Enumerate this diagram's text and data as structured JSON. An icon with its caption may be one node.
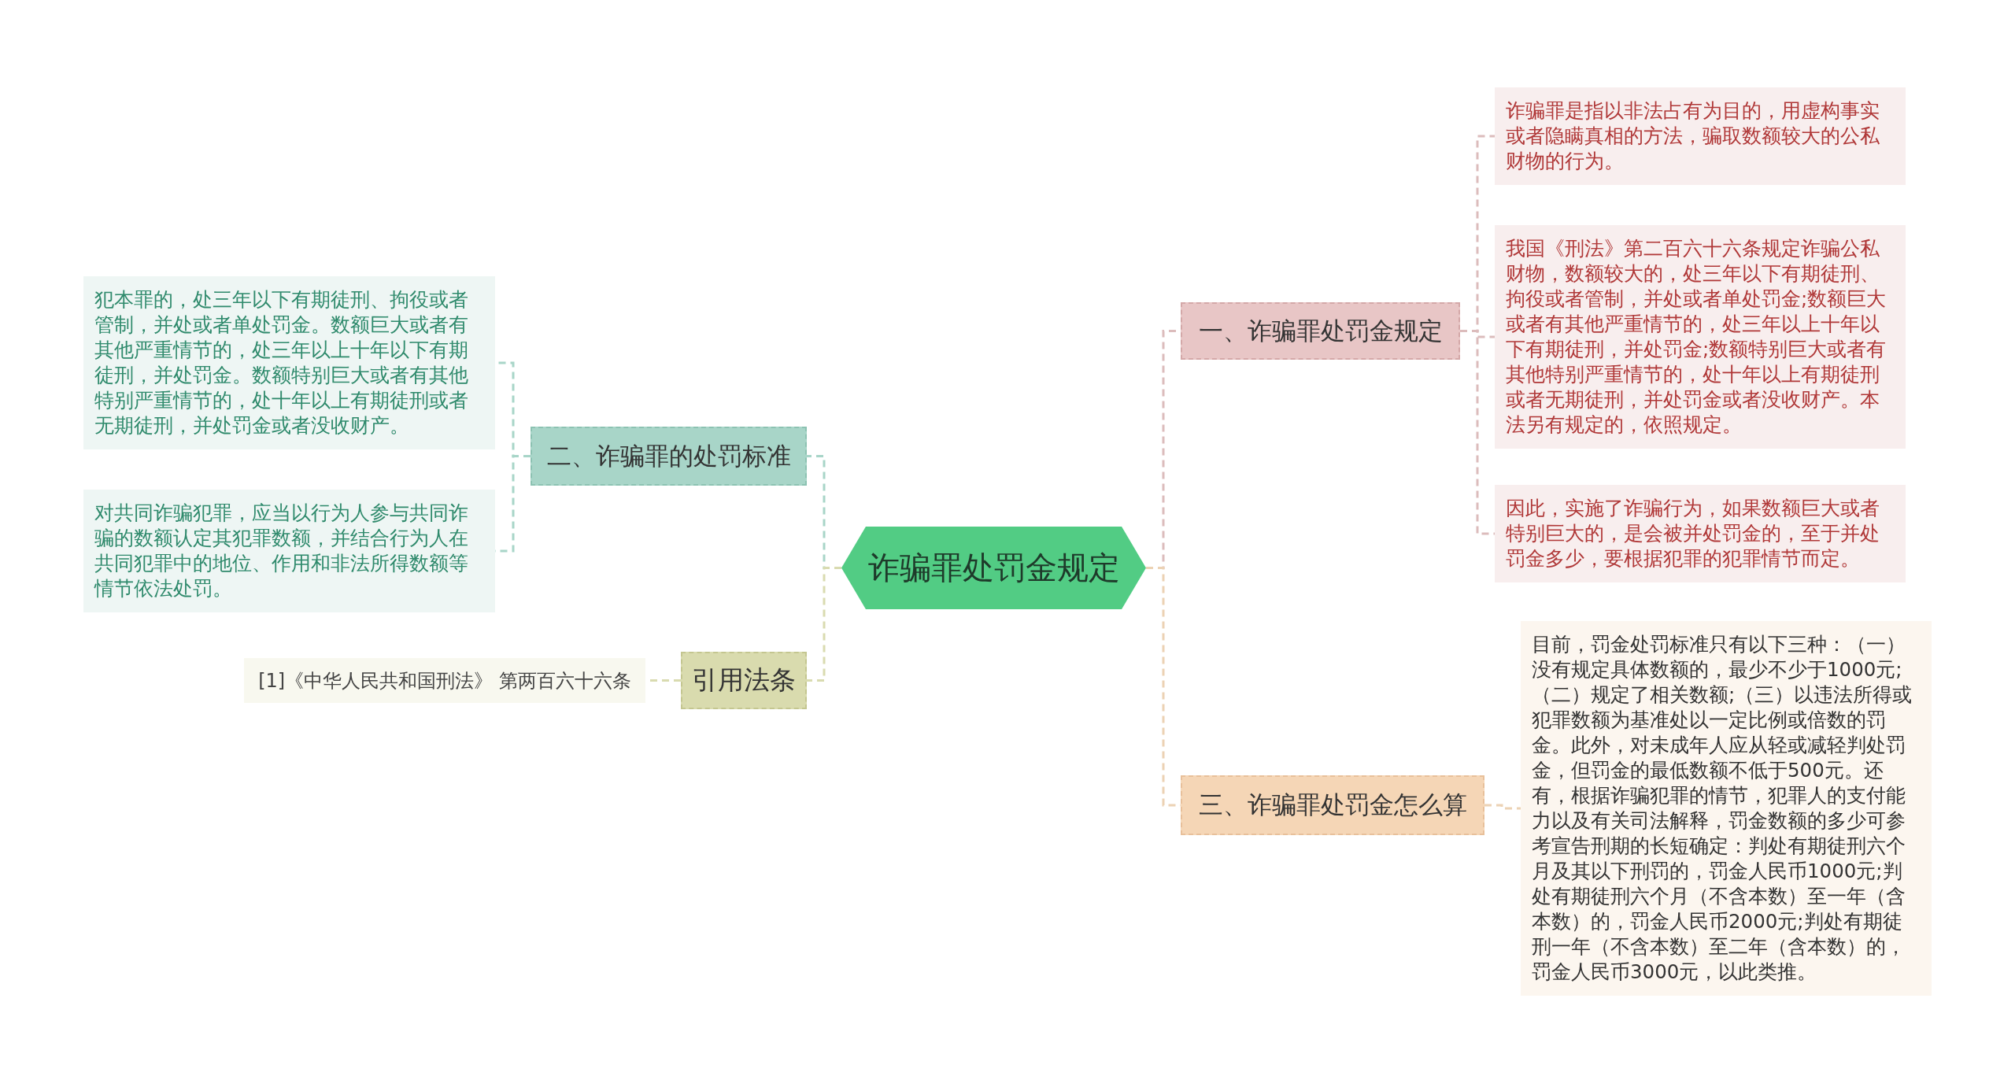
{
  "diagram": {
    "nodes": [
      {
        "text": [
          "诈骗罪处罚金规定"
        ]
      },
      {
        "text": [
          "一、诈骗罪处罚金规定"
        ]
      },
      {
        "text": [
          "诈骗罪是指以非法占有为目的，用虚构事实或者隐瞒真相的方法，骗取数额较大的公私财物的行为。"
        ]
      },
      {
        "text": [
          "我国《刑法》第二百六十六条规定诈骗公私财物，数额较大的，处三年以下有期徒刑、拘役或者管制，并处或者单处罚金;数额巨大或者有其他严重情节的，处三年以上十年以下有期徒刑，并处罚金;数额特别巨大或者有其他特别严重情节的，处十年以上有期徒刑或者无期徒刑，并处罚金或者没收财产。本法另有规定的，依照规定。"
        ]
      },
      {
        "text": [
          "因此，实施了诈骗行为，如果数额巨大或者特别巨大的，是会被并处罚金的，至于并处罚金多少，要根据犯罪的犯罪情节而定。"
        ]
      },
      {
        "text": [
          "三、诈骗罪处罚金怎么算"
        ]
      },
      {
        "text": [
          "目前，罚金处罚标准只有以下三种：（一）没有规定具体数额的，最少不少于1000元;（二）规定了相关数额;（三）以违法所得或犯罪数额为基准处以一定比例或倍数的罚金。此外，对未成年人应从轻或减轻判处罚金，但罚金的最低数额不低于500元。还有，根据诈骗犯罪的情节，犯罪人的支付能力以及有关司法解释，罚金数额的多少可参考宣告刑期的长短确定：判处有期徒刑六个月及其以下刑罚的，罚金人民币1000元;判处有期徒刑六个月（不含本数）至一年（含本数）的，罚金人民币2000元;判处有期徒刑一年（不含本数）至二年（含本数）的，罚金人民币3000元，以此类推。"
        ]
      },
      {
        "text": [
          "二、诈骗罪的处罚标准"
        ]
      },
      {
        "text": [
          "犯本罪的，处三年以下有期徒刑、拘役或者管制，并处或者单处罚金。数额巨大或者有其他严重情节的，处三年以上十年以下有期徒刑，并处罚金。数额特别巨大或者有其他特别严重情节的，处十年以上有期徒刑或者无期徒刑，并处罚金或者没收财产。"
        ]
      },
      {
        "text": [
          "对共同诈骗犯罪，应当以行为人参与共同诈骗的数额认定其犯罪数额，并结合行为人在共同犯罪中的地位、作用和非法所得数额等情节依法处罚。"
        ]
      },
      {
        "text": [
          "引用法条"
        ]
      },
      {
        "text": [
          "[1]《中华人民共和国刑法》 第两百六十六条"
        ]
      }
    ],
    "edges": [
      {
        "from": 0,
        "to": 1,
        "arrow": "none",
        "style": "dashed",
        "color": "#dcbcbc"
      },
      {
        "from": 0,
        "to": 5,
        "arrow": "none",
        "style": "dashed",
        "color": "#ecd2b4"
      },
      {
        "from": 0,
        "to": 7,
        "arrow": "none",
        "style": "dashed",
        "color": "#a8d5c8"
      },
      {
        "from": 0,
        "to": 10,
        "arrow": "none",
        "style": "dashed",
        "color": "#d9dbb0"
      },
      {
        "from": 1,
        "to": 2,
        "arrow": "none",
        "style": "dashed",
        "color": "#dcbcbc"
      },
      {
        "from": 1,
        "to": 3,
        "arrow": "none",
        "style": "dashed",
        "color": "#dcbcbc"
      },
      {
        "from": 1,
        "to": 4,
        "arrow": "none",
        "style": "dashed",
        "color": "#dcbcbc"
      },
      {
        "from": 5,
        "to": 6,
        "arrow": "none",
        "style": "dashed",
        "color": "#ecd2b4"
      },
      {
        "from": 7,
        "to": 8,
        "arrow": "none",
        "style": "dashed",
        "color": "#a8d5c8"
      },
      {
        "from": 7,
        "to": 9,
        "arrow": "none",
        "style": "dashed",
        "color": "#a8d5c8"
      },
      {
        "from": 10,
        "to": 11,
        "arrow": "none",
        "style": "dashed",
        "color": "#d9dbb0"
      }
    ]
  }
}
